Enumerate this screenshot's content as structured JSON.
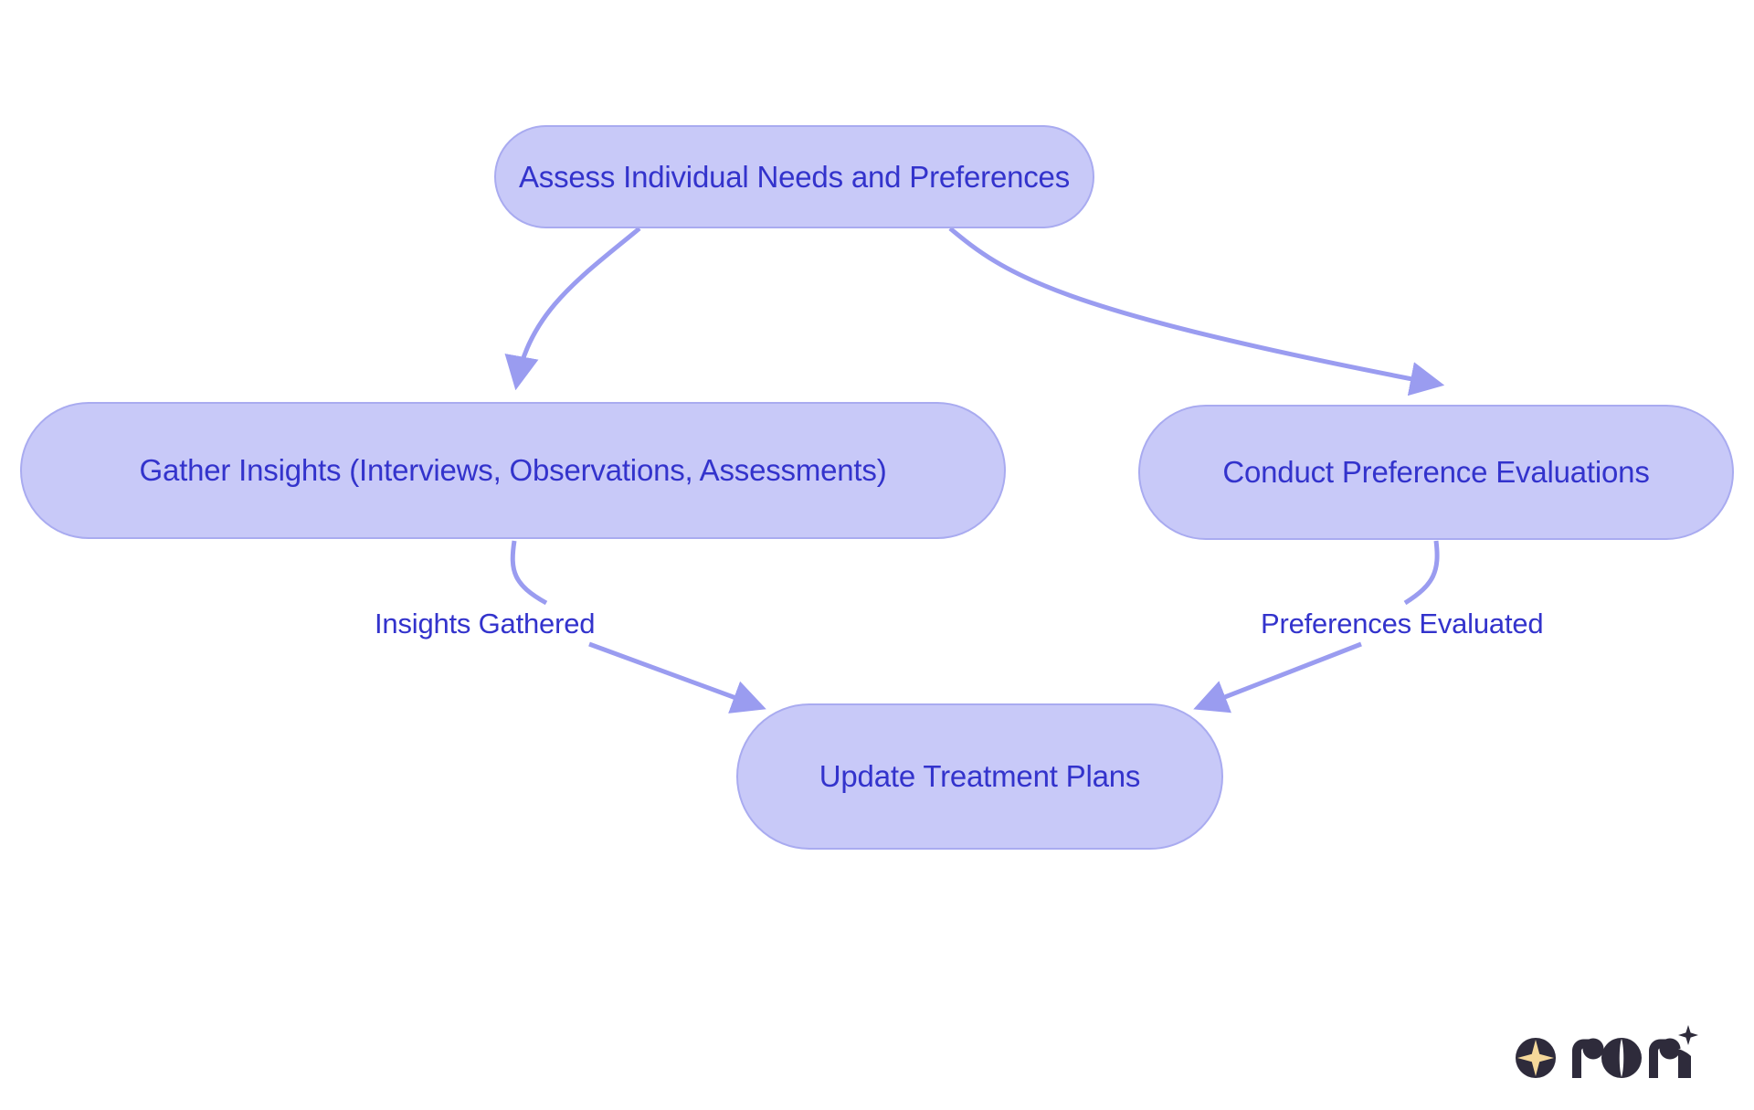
{
  "diagram": {
    "type": "flowchart",
    "direction": "top-down",
    "background_color": "#ffffff",
    "node_fill_color": "#c8c9f8",
    "node_border_color": "#a9abf0",
    "node_text_color": "#3333cc",
    "edge_color": "#9a9cf0",
    "nodes": [
      {
        "id": "assess",
        "label": "Assess Individual Needs and Preferences"
      },
      {
        "id": "gather",
        "label": "Gather Insights (Interviews, Observations, Assessments)"
      },
      {
        "id": "conduct",
        "label": "Conduct Preference Evaluations"
      },
      {
        "id": "update",
        "label": "Update Treatment Plans"
      }
    ],
    "edges": [
      {
        "from": "assess",
        "to": "gather",
        "label": ""
      },
      {
        "from": "assess",
        "to": "conduct",
        "label": ""
      },
      {
        "from": "gather",
        "to": "update",
        "label": "Insights Gathered"
      },
      {
        "from": "conduct",
        "to": "update",
        "label": "Preferences Evaluated"
      }
    ]
  },
  "branding": {
    "name": "rori",
    "mark_color": "#2e2b3b",
    "star_color": "#f5d89a"
  }
}
